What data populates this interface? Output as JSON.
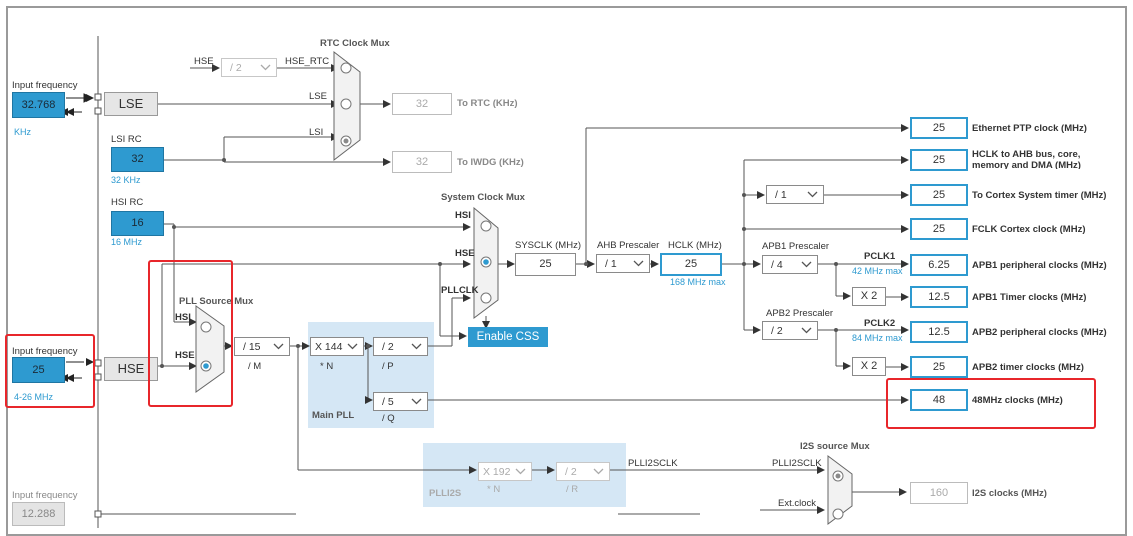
{
  "inputs": {
    "lse_freq_label": "Input frequency",
    "lse_freq_value": "32.768",
    "lse_unit": "KHz",
    "lse_label": "LSE",
    "lsi_rc_label": "LSI RC",
    "lsi_value": "32",
    "lsi_unit": "32 KHz",
    "hsi_rc_label": "HSI RC",
    "hsi_value": "16",
    "hsi_unit": "16 MHz",
    "hse_freq_label": "Input frequency",
    "hse_freq_value": "25",
    "hse_range": "4-26 MHz",
    "hse_label": "HSE",
    "i2s_freq_label": "Input frequency",
    "i2s_freq_value": "12.288"
  },
  "rtc": {
    "mux_title": "RTC Clock Mux",
    "hse_label": "HSE",
    "hse_div": "/ 2",
    "hse_rtc_label": "HSE_RTC",
    "lse_label": "LSE",
    "lsi_label": "LSI",
    "rtc_out": "32",
    "rtc_out_label": "To RTC (KHz)",
    "iwdg_out": "32",
    "iwdg_out_label": "To IWDG (KHz)"
  },
  "pll": {
    "source_mux_title": "PLL Source Mux",
    "hsi_label": "HSI",
    "hse_label": "HSE",
    "m_div": "/ 15",
    "m_label": "/ M",
    "n_mul": "X 144",
    "n_label": "* N",
    "p_div": "/ 2",
    "p_label": "/ P",
    "q_div": "/ 5",
    "q_label": "/ Q",
    "main_pll_label": "Main PLL"
  },
  "sysclk": {
    "mux_title": "System Clock Mux",
    "hsi_label": "HSI",
    "hse_label": "HSE",
    "pllclk_label": "PLLCLK",
    "enable_css": "Enable CSS",
    "sysclk_label": "SYSCLK (MHz)",
    "sysclk_value": "25",
    "ahb_label": "AHB Prescaler",
    "ahb_value": "/ 1",
    "hclk_label": "HCLK (MHz)",
    "hclk_value": "25",
    "hclk_max": "168 MHz max",
    "cortex_div": "/ 1",
    "apb1_label": "APB1 Prescaler",
    "apb1_value": "/ 4",
    "pclk1_label": "PCLK1",
    "pclk1_max": "42 MHz max",
    "apb1_x2": "X 2",
    "apb2_label": "APB2 Prescaler",
    "apb2_value": "/ 2",
    "pclk2_label": "PCLK2",
    "pclk2_max": "84 MHz max",
    "apb2_x2": "X 2"
  },
  "outputs": [
    {
      "value": "25",
      "label": "Ethernet PTP clock (MHz)"
    },
    {
      "value": "25",
      "label": "HCLK to AHB bus, core, memory and DMA (MHz)"
    },
    {
      "value": "25",
      "label": "To Cortex System timer (MHz)"
    },
    {
      "value": "25",
      "label": "FCLK Cortex clock (MHz)"
    },
    {
      "value": "6.25",
      "label": "APB1 peripheral clocks (MHz)"
    },
    {
      "value": "12.5",
      "label": "APB1 Timer clocks (MHz)"
    },
    {
      "value": "12.5",
      "label": "APB2 peripheral clocks (MHz)"
    },
    {
      "value": "25",
      "label": "APB2 timer clocks (MHz)"
    },
    {
      "value": "48",
      "label": "48MHz clocks (MHz)"
    }
  ],
  "i2s": {
    "plli2s_label": "PLLI2S",
    "n_mul": "X 192",
    "n_label": "* N",
    "r_div": "/ 2",
    "r_label": "/ R",
    "plli2sclk_label": "PLLI2SCLK",
    "mux_title": "I2S source Mux",
    "mux_plli2sclk": "PLLI2SCLK",
    "ext_clock": "Ext.clock",
    "i2s_out": "160",
    "i2s_out_label": "I2S clocks (MHz)"
  },
  "colors": {
    "accent": "#2e9ad0",
    "highlight": "#e8262b",
    "pll_bg": "#d5e7f5"
  }
}
